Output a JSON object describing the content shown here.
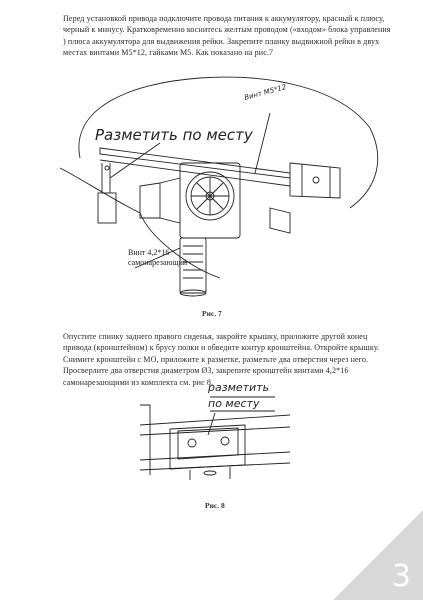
{
  "paragraphs": {
    "p1": "Перед установкой привода подключите провода питания к аккумулятору, красный к плюсу, черный к минусу. Кратковременно коснитесь желтым проводом («входом» блока управления ) плюса аккумулятора для выдвижения рейки. Закрепите планку выдвижной рейки в двух местах винтами М5*12, гайками М5. Как показано на рис.7",
    "p2": "Опустите спинку заднего правого сиденья, закройте крышку, приложите другой конец привода (кронштейном) к брусу полки и обведите контур кронштейна. Откройте крышку. Снимите кронштейн с МО, приложите к разметке, разметьте два отверстия через него. Просверлите два отверстия диаметром Ø3, закрепите кронштейн винтами 4,2*16 самонарезающими из комплекта см. рис 8."
  },
  "figure7": {
    "handwritten_label": "Разметить по месту",
    "screw_label_1": "Винт 4,2*16",
    "screw_label_2": "самонарезающий",
    "top_callout": "Винт М5*12",
    "caption": "Рис. 7"
  },
  "figure8": {
    "handwritten_line1": "разметить",
    "handwritten_line2": "по месту",
    "caption": "Рис. 8"
  },
  "page": {
    "number": "3"
  },
  "colors": {
    "text": "#2b2b2b",
    "line": "#222222",
    "corner": "#d9d9d9"
  }
}
